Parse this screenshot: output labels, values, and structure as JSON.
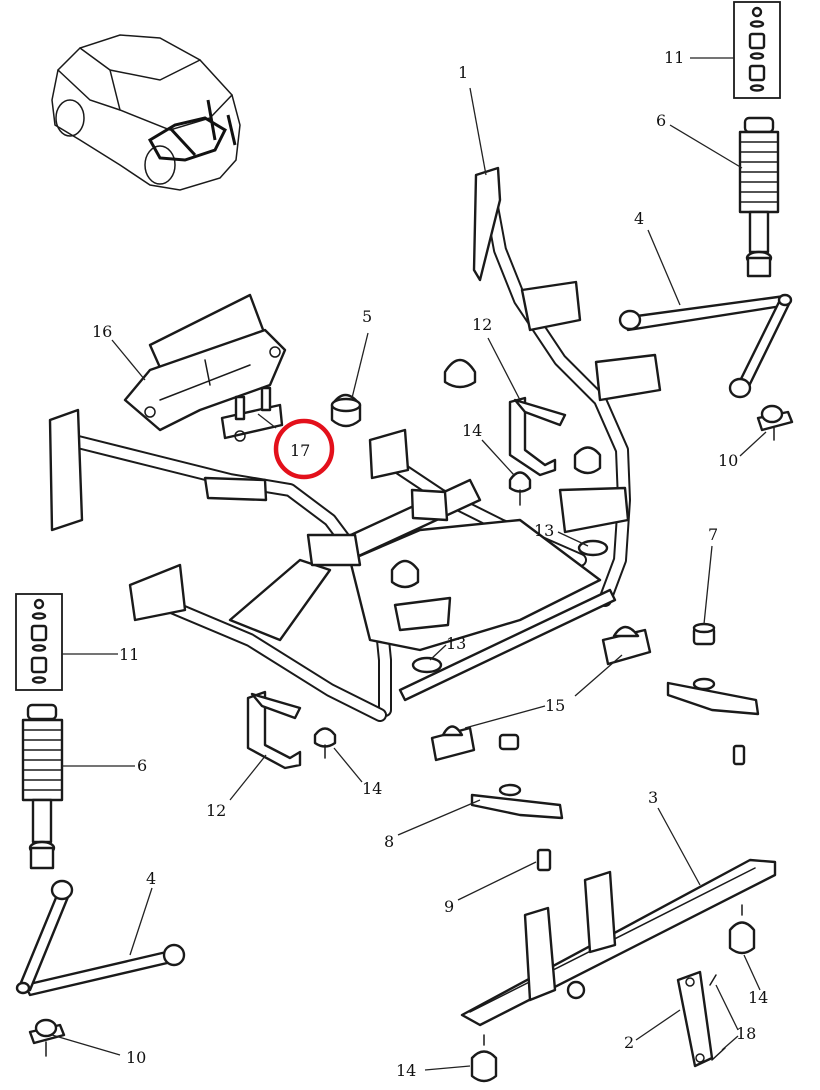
{
  "diagram": {
    "highlight_color": "#e3101b",
    "highlighted_callout": "17",
    "labels": {
      "c1": "1",
      "c2": "2",
      "c3": "3",
      "c4_top": "4",
      "c4_bottom": "4",
      "c5": "5",
      "c6_top": "6",
      "c6_bottom": "6",
      "c7": "7",
      "c8": "8",
      "c9": "9",
      "c10_top": "10",
      "c10_bottom": "10",
      "c11_top": "11",
      "c11_bottom": "11",
      "c12_top": "12",
      "c12_bottom": "12",
      "c13_upper": "13",
      "c13_lower": "13",
      "c14_a": "14",
      "c14_b": "14",
      "c14_c": "14",
      "c14_d": "14",
      "c15": "15",
      "c16": "16",
      "c17": "17",
      "c18": "18"
    }
  }
}
